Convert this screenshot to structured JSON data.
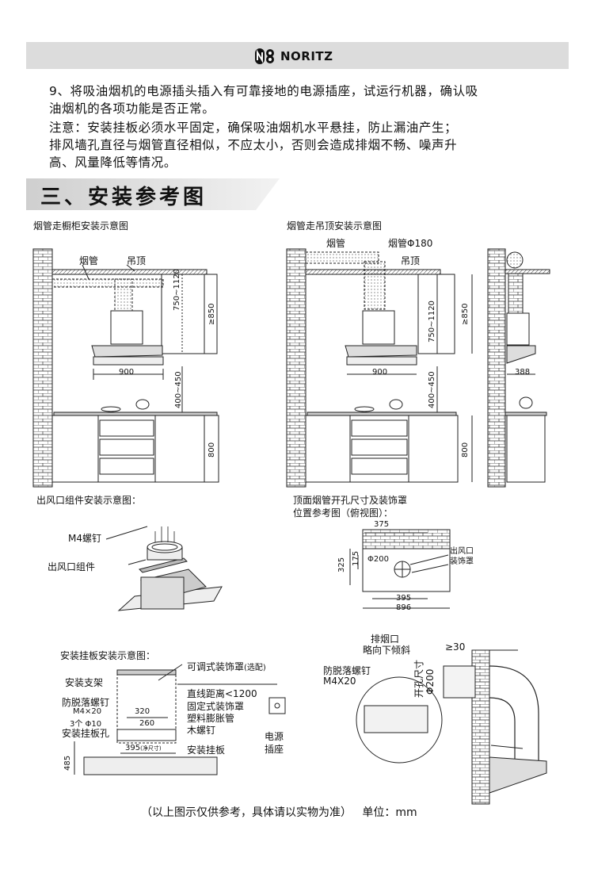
{
  "header": {
    "brand": "NORITZ"
  },
  "instructions": {
    "step9": "9、将吸油烟机的电源插头插入有可靠接地的电源插座，试运行机器，确认吸",
    "step9b": "油烟机的各项功能是否正常。",
    "note1": "注意：安装挂板必须水平固定，确保吸油烟机水平悬挂，防止漏油产生；",
    "note2": "排风墙孔直径与烟管直径相似，不应太小，否则会造成排烟不畅、噪声升",
    "note3": "高、风量降低等情况。"
  },
  "section_title": "三、安装参考图",
  "fig1": {
    "title": "烟管走橱柜安装示意图",
    "pipe": "烟管",
    "ceiling": "吊顶",
    "dim_height": "750~1120",
    "dim_ceiling": "≥850",
    "dim_width": "900",
    "dim_gap": "400~450",
    "dim_counter": "800"
  },
  "fig2": {
    "title": "烟管走吊顶安装示意图",
    "pipe": "烟管",
    "pipe_dia": "烟管Φ180",
    "ceiling": "吊顶",
    "dim_height": "750~1120",
    "dim_ceiling": "≥850",
    "dim_width": "900",
    "dim_gap": "400~450",
    "dim_counter": "800",
    "dim_depth": "388"
  },
  "fig3": {
    "title": "出风口组件安装示意图：",
    "screw": "M4螺钉",
    "outlet": "出风口组件"
  },
  "fig4": {
    "title1": "顶面烟管开孔尺寸及装饰罩",
    "title2": "位置参考图（俯视图）：",
    "dim_375": "375",
    "dim_325": "325",
    "dim_175": "175",
    "dia": "Φ200",
    "dim_395": "395",
    "dim_896": "896",
    "outlet": "出风口",
    "cover": "装饰罩"
  },
  "fig5": {
    "title": "安装挂板安装示意图：",
    "adjustable_cover": "可调式装饰罩",
    "optional": "(选配)",
    "bracket": "安装支架",
    "anti_drop_screw": "防脱落螺钉",
    "screw_spec": "M4×20",
    "holes": "3个 Φ10",
    "hanger_hole": "安装挂板孔",
    "dim_320": "320",
    "dim_260": "260",
    "dim_395": "395",
    "net_size": "(净尺寸)",
    "dim_485": "485",
    "distance": "直线距离<1200",
    "fixed_cover": "固定式装饰罩",
    "plastic_anchor": "塑料膨胀管",
    "wood_screw": "木螺钉",
    "hanger": "安装挂板",
    "power": "电源",
    "socket": "插座"
  },
  "fig6": {
    "exhaust": "排烟口",
    "slope": "略向下倾斜",
    "dim_30": "≥30",
    "anti_drop_screw": "防脱落螺钉",
    "screw_spec": "M4X20",
    "hole_size": "开孔尺寸",
    "dia": "Φ200"
  },
  "footer": {
    "note": "（以上图示仅供参考，具体请以实物为准）",
    "unit": "单位：mm"
  }
}
